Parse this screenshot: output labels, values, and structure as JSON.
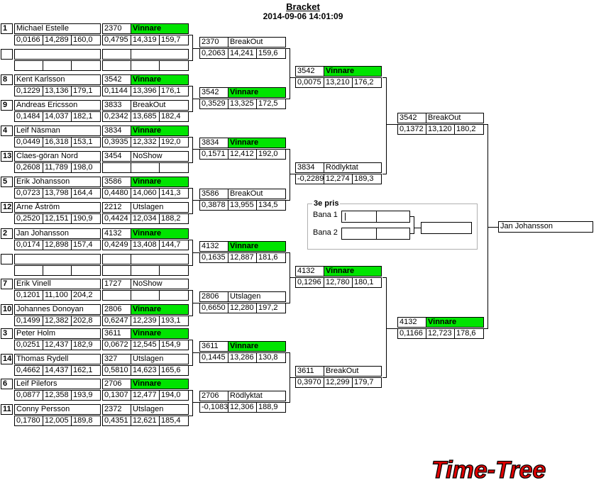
{
  "header": {
    "title": "Bracket",
    "datetime": "2014-09-06 14:01:09"
  },
  "round1": [
    {
      "seed": "1",
      "name": "Michael Estelle",
      "r": "0,0166",
      "et": "14,289",
      "s": "160,0",
      "bib": "2370",
      "status": "Vinnare",
      "r2": "0,4795",
      "et2": "14,319",
      "s2": "159,7"
    },
    {
      "seed": "",
      "name": "",
      "r": "",
      "et": "",
      "s": "",
      "bib": "",
      "status": "",
      "r2": "",
      "et2": "",
      "s2": ""
    },
    {
      "seed": "8",
      "name": "Kent Karlsson",
      "r": "0,1229",
      "et": "13,136",
      "s": "179,1",
      "bib": "3542",
      "status": "Vinnare",
      "r2": "0,1144",
      "et2": "13,396",
      "s2": "176,1"
    },
    {
      "seed": "9",
      "name": "Andreas Ericsson",
      "r": "0,1484",
      "et": "14,037",
      "s": "182,1",
      "bib": "3833",
      "status": "BreakOut",
      "r2": "0,2342",
      "et2": "13,685",
      "s2": "182,4"
    },
    {
      "seed": "4",
      "name": "Leif Näsman",
      "r": "0,0449",
      "et": "16,318",
      "s": "153,1",
      "bib": "3834",
      "status": "Vinnare",
      "r2": "0,3935",
      "et2": "12,332",
      "s2": "192,0"
    },
    {
      "seed": "13",
      "name": "Claes-göran Nord",
      "r": "0,2608",
      "et": "11,789",
      "s": "198,0",
      "bib": "3454",
      "status": "NoShow",
      "r2": "",
      "et2": "",
      "s2": ""
    },
    {
      "seed": "5",
      "name": "Erik Johansson",
      "r": "0,0723",
      "et": "13,798",
      "s": "164,4",
      "bib": "3586",
      "status": "Vinnare",
      "r2": "0,4480",
      "et2": "14,060",
      "s2": "141,3"
    },
    {
      "seed": "12",
      "name": "Arne Åström",
      "r": "0,2520",
      "et": "12,151",
      "s": "190,9",
      "bib": "2212",
      "status": "Utslagen",
      "r2": "0,4424",
      "et2": "12,034",
      "s2": "188,2"
    },
    {
      "seed": "2",
      "name": "Jan Johansson",
      "r": "0,0174",
      "et": "12,898",
      "s": "157,4",
      "bib": "4132",
      "status": "Vinnare",
      "r2": "0,4249",
      "et2": "13,408",
      "s2": "144,7"
    },
    {
      "seed": "",
      "name": "",
      "r": "",
      "et": "",
      "s": "",
      "bib": "",
      "status": "",
      "r2": "",
      "et2": "",
      "s2": ""
    },
    {
      "seed": "7",
      "name": "Erik Vinell",
      "r": "0,1201",
      "et": "11,100",
      "s": "204,2",
      "bib": "1727",
      "status": "NoShow",
      "r2": "",
      "et2": "",
      "s2": ""
    },
    {
      "seed": "10",
      "name": "Johannes Donoyan",
      "r": "0,1499",
      "et": "12,382",
      "s": "202,8",
      "bib": "2806",
      "status": "Vinnare",
      "r2": "0,6247",
      "et2": "12,239",
      "s2": "193,1"
    },
    {
      "seed": "3",
      "name": "Peter Holm",
      "r": "0,0251",
      "et": "12,437",
      "s": "182,9",
      "bib": "3611",
      "status": "Vinnare",
      "r2": "0,0672",
      "et2": "12,545",
      "s2": "154,9"
    },
    {
      "seed": "14",
      "name": "Thomas Rydell",
      "r": "0,4662",
      "et": "14,437",
      "s": "162,1",
      "bib": "327",
      "status": "Utslagen",
      "r2": "0,5810",
      "et2": "14,623",
      "s2": "165,6"
    },
    {
      "seed": "6",
      "name": "Leif Pilefors",
      "r": "0,0877",
      "et": "12,358",
      "s": "193,9",
      "bib": "2706",
      "status": "Vinnare",
      "r2": "0,1307",
      "et2": "12,477",
      "s2": "194,0"
    },
    {
      "seed": "11",
      "name": "Conny Persson",
      "r": "0,1780",
      "et": "12,005",
      "s": "189,8",
      "bib": "2372",
      "status": "Utslagen",
      "r2": "0,4351",
      "et2": "12,621",
      "s2": "185,4"
    }
  ],
  "round2": [
    {
      "bib": "2370",
      "status": "BreakOut",
      "r": "0,2063",
      "et": "14,241",
      "s": "159,6"
    },
    {
      "bib": "3542",
      "status": "Vinnare",
      "r": "0,3529",
      "et": "13,325",
      "s": "172,5"
    },
    {
      "bib": "3834",
      "status": "Vinnare",
      "r": "0,1571",
      "et": "12,412",
      "s": "192,0"
    },
    {
      "bib": "3586",
      "status": "BreakOut",
      "r": "0,3878",
      "et": "13,955",
      "s": "134,5"
    },
    {
      "bib": "4132",
      "status": "Vinnare",
      "r": "0,1635",
      "et": "12,887",
      "s": "181,6"
    },
    {
      "bib": "2806",
      "status": "Utslagen",
      "r": "0,6650",
      "et": "12,280",
      "s": "197,2"
    },
    {
      "bib": "3611",
      "status": "Vinnare",
      "r": "0,1445",
      "et": "13,286",
      "s": "130,8"
    },
    {
      "bib": "2706",
      "status": "Rödlyktat",
      "r": "-0,1083",
      "et": "12,306",
      "s": "188,9"
    }
  ],
  "round3": [
    {
      "bib": "3542",
      "status": "Vinnare",
      "r": "0,0075",
      "et": "13,210",
      "s": "176,2"
    },
    {
      "bib": "3834",
      "status": "Rödlyktat",
      "r": "-0,2289",
      "et": "12,274",
      "s": "189,3"
    },
    {
      "bib": "4132",
      "status": "Vinnare",
      "r": "0,1296",
      "et": "12,780",
      "s": "180,1"
    },
    {
      "bib": "3611",
      "status": "BreakOut",
      "r": "0,3970",
      "et": "12,299",
      "s": "179,7"
    }
  ],
  "round4": [
    {
      "bib": "3542",
      "status": "BreakOut",
      "r": "0,1372",
      "et": "13,120",
      "s": "180,2"
    },
    {
      "bib": "4132",
      "status": "Vinnare",
      "r": "0,1166",
      "et": "12,723",
      "s": "178,6"
    }
  ],
  "final": {
    "winner": "Jan Johansson"
  },
  "third_place": {
    "title": "3e pris",
    "lane1_label": "Bana 1",
    "lane2_label": "Bana 2"
  },
  "logo": {
    "text": "Time-Tree",
    "color": "#e00000"
  },
  "colors": {
    "winner_bg": "#00e400"
  }
}
